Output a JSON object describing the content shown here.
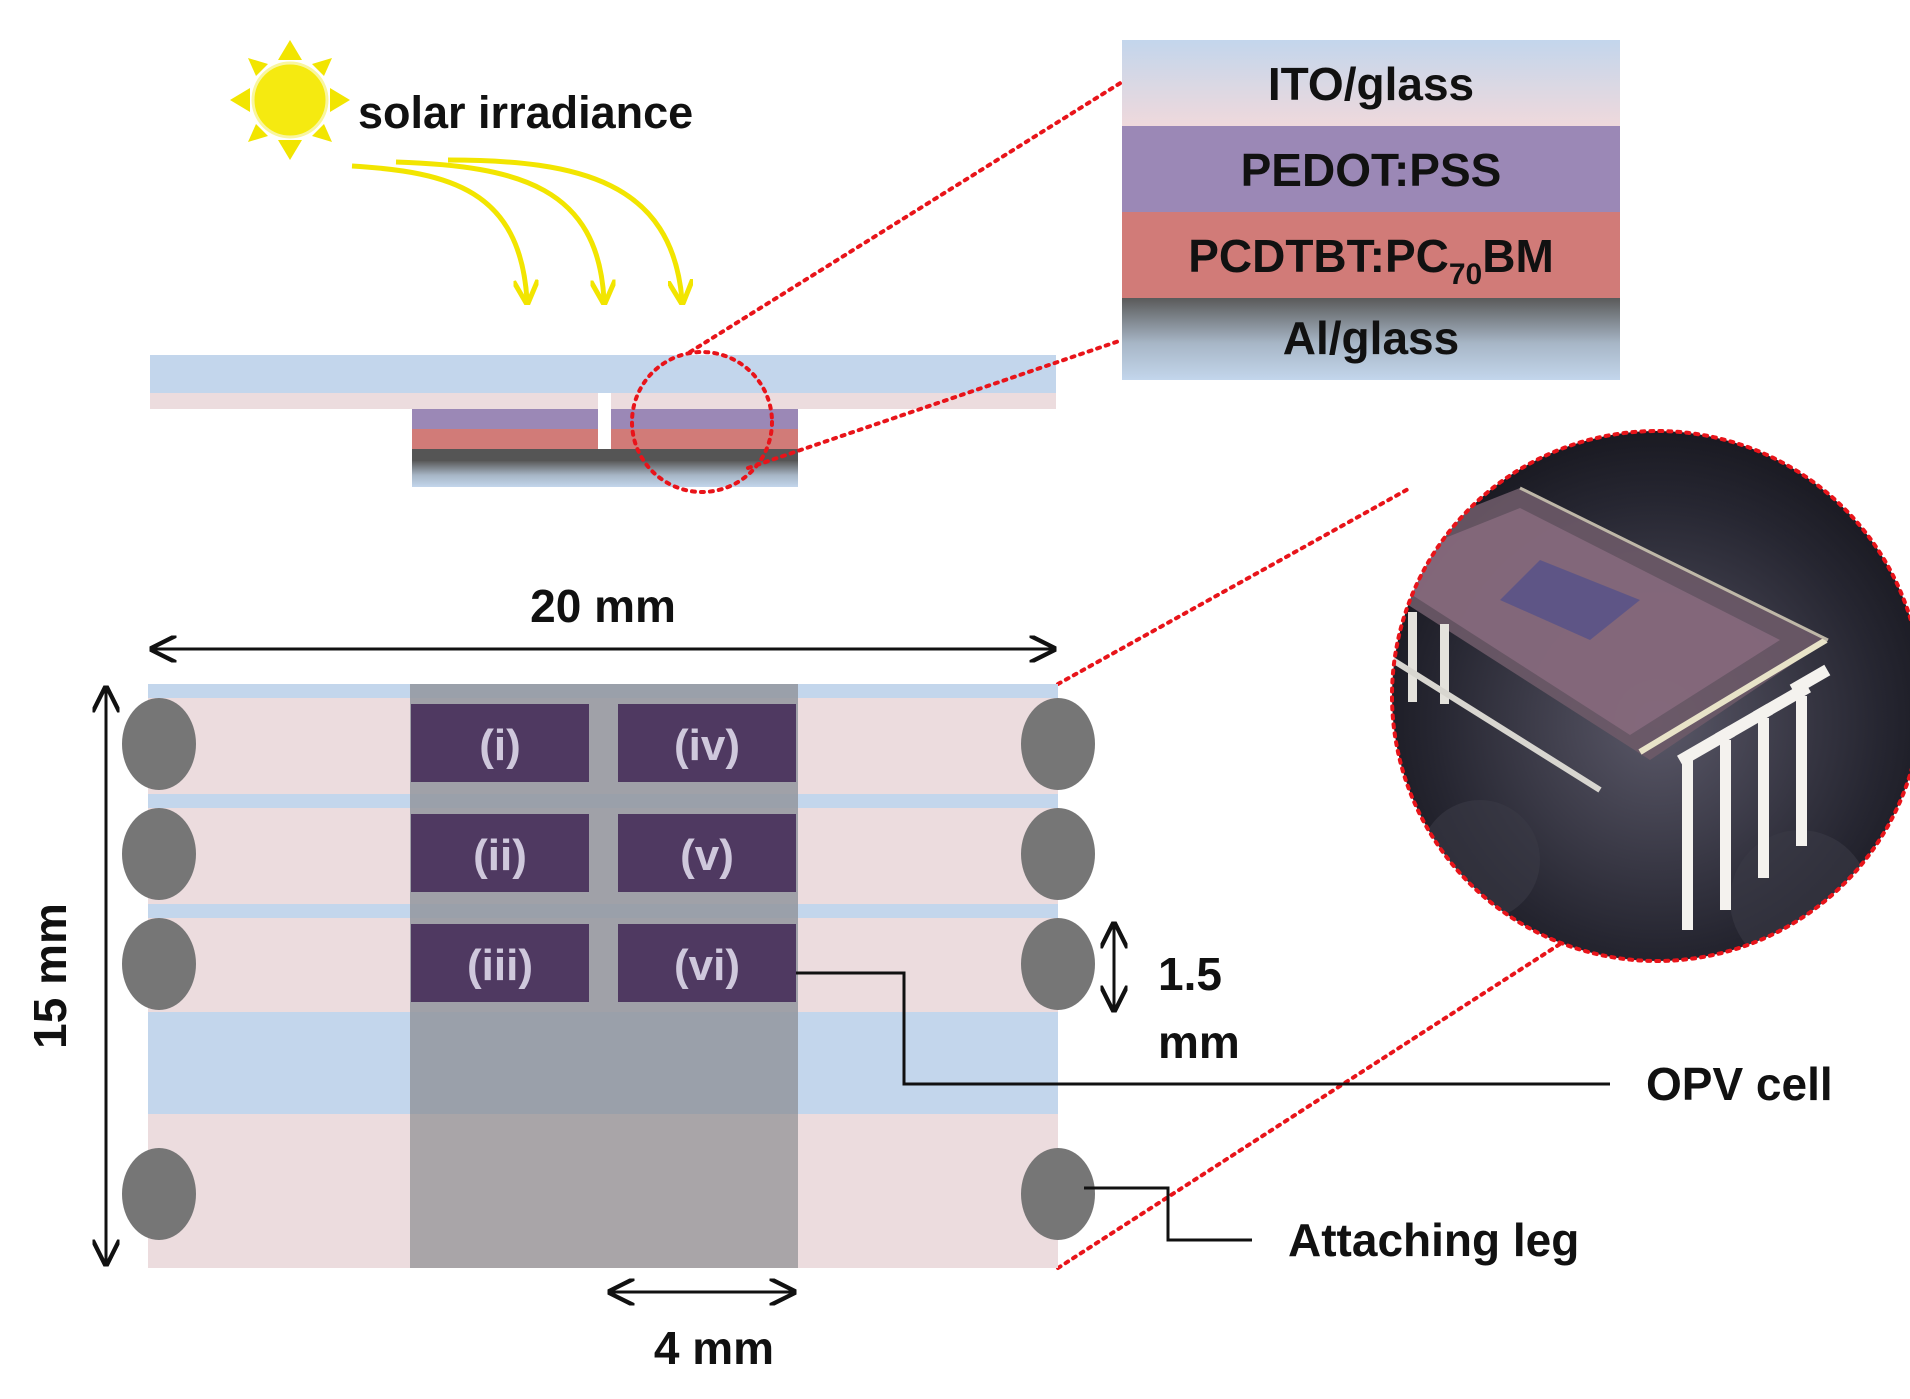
{
  "source_label": "solar irradiance",
  "layers": [
    {
      "label": "ITO/glass",
      "sub": "",
      "tail": ""
    },
    {
      "label": "PEDOT:PSS",
      "sub": "",
      "tail": ""
    },
    {
      "label": "PCDTBT:PC",
      "sub": "70",
      "tail": "BM"
    },
    {
      "label": "Al/glass",
      "sub": "",
      "tail": ""
    }
  ],
  "dimensions": {
    "width": "20 mm",
    "height": "15 mm",
    "pitch_value": "1.5",
    "pitch_unit": "mm",
    "cell_width": "4 mm"
  },
  "cells": [
    "(i)",
    "(ii)",
    "(iii)",
    "(iv)",
    "(v)",
    "(vi)"
  ],
  "callouts": {
    "opv_cell": "OPV cell",
    "attaching_leg": "Attaching leg"
  },
  "colors": {
    "ito_glass": "#c3d6ec",
    "ito_pink": "#ecdcde",
    "pedot": "#9b88b6",
    "active": "#d17b78",
    "cell": "#4f3961",
    "leg": "#767676",
    "zoom_line": "#e8141a",
    "sun": "#f2e500"
  }
}
